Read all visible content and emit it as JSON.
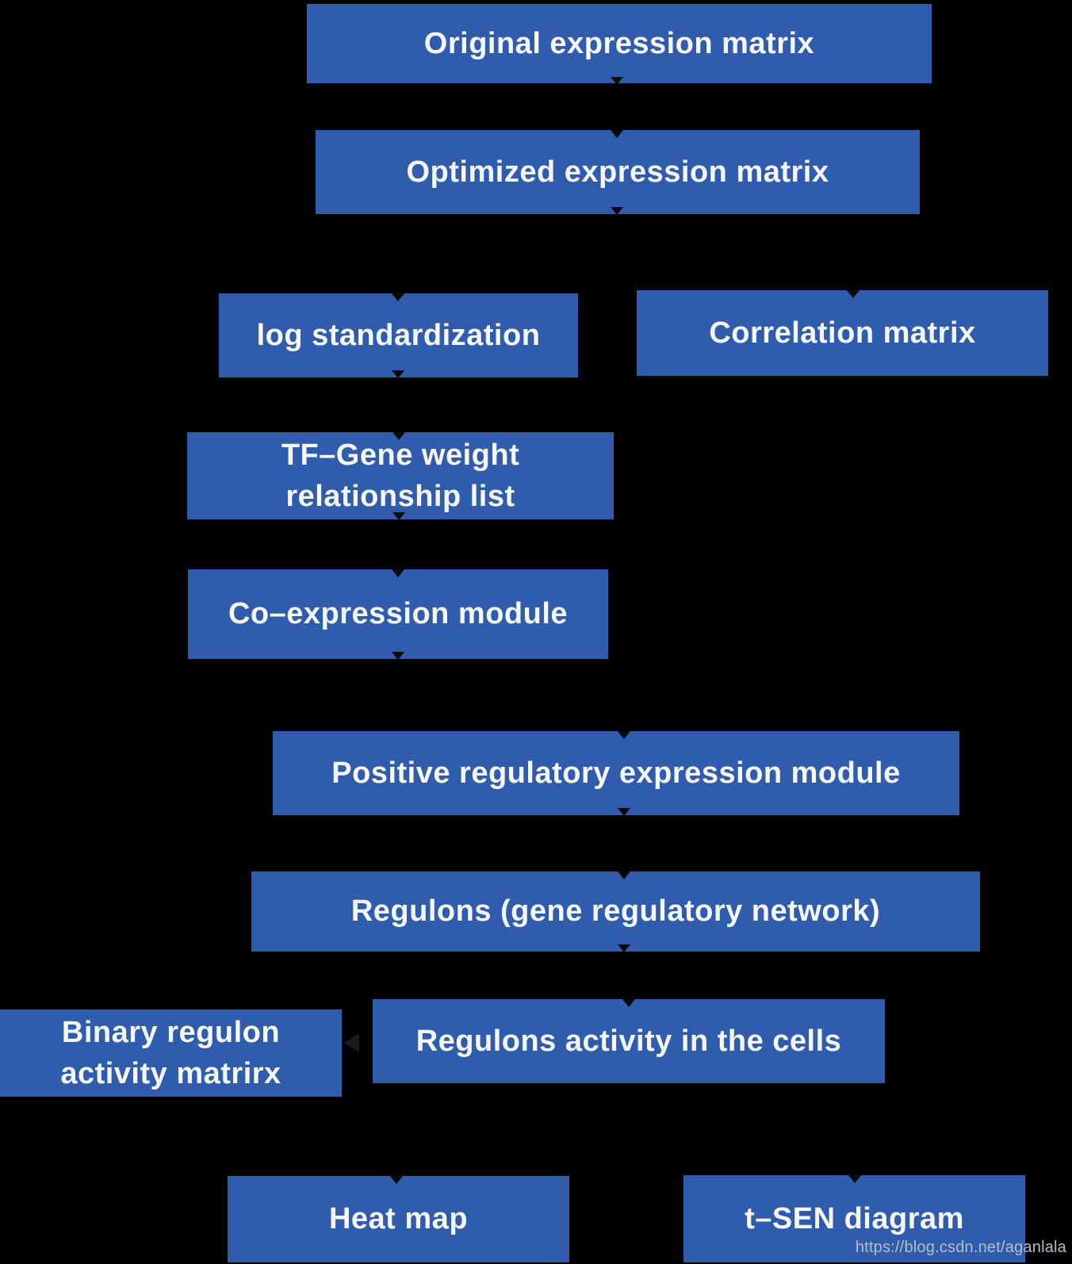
{
  "diagram": {
    "nodes": {
      "original_matrix": "Original expression matrix",
      "optimized_matrix": "Optimized expression matrix",
      "log_standardization": "log standardization",
      "correlation_matrix": "Correlation matrix",
      "tf_gene_weight": "TF–Gene weight\nrelationship list",
      "co_expression": "Co–expression module",
      "positive_regulatory": "Positive regulatory expression module",
      "regulons_network": "Regulons (gene regulatory network)",
      "binary_regulon": "Binary regulon\nactivity matrirx",
      "regulons_activity": "Regulons activity in the cells",
      "heat_map": "Heat map",
      "t_sen": "t–SEN diagram"
    },
    "watermark": "https://blog.csdn.net/aganlala"
  },
  "colors": {
    "node_fill": "#305cad",
    "node_text": "#f5f7fa",
    "background": "#000000",
    "watermark_text": "#b5bdc7"
  }
}
